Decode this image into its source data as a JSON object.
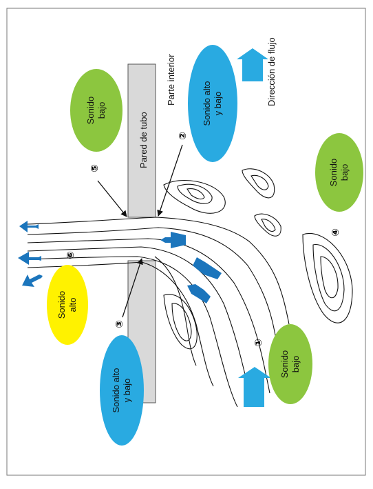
{
  "wall_label": "Pared  de tubo",
  "interior_label": "Parte interior",
  "flow_label": "Dirección de flujo",
  "colors": {
    "green": "#8cc63f",
    "blue": "#29aae1",
    "yellow": "#fff200",
    "arrow": "#1b75bc",
    "wall": "#d9d9d9"
  },
  "bubbles": {
    "low_top": [
      "Sonido",
      "bajo"
    ],
    "high_low_top": [
      "Sonido alto",
      "y bajo"
    ],
    "low_right": [
      "Sonido",
      "bajo"
    ],
    "high_mid": [
      "Sonido",
      "alto"
    ],
    "high_low_bottom": [
      "Sonido alto",
      "y bajo"
    ],
    "low_bottom": [
      "Sonido",
      "bajo"
    ]
  },
  "markers": [
    "①",
    "②",
    "③",
    "④",
    "⑤",
    "⑥"
  ]
}
